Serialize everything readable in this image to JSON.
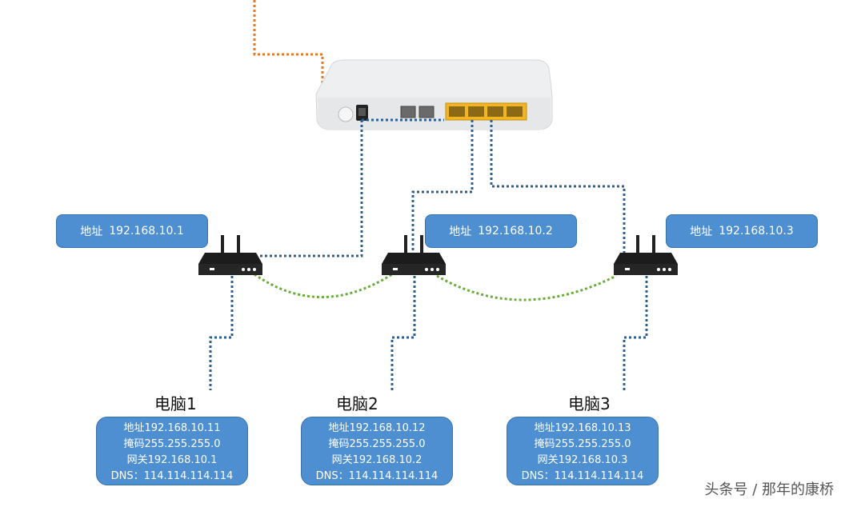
{
  "routers": [
    {
      "label": "地址",
      "ip": "192.168.10.1"
    },
    {
      "label": "地址",
      "ip": "192.168.10.2"
    },
    {
      "label": "地址",
      "ip": "192.168.10.3"
    }
  ],
  "computers": [
    {
      "title": "电脑1",
      "addr": "地址192.168.10.11",
      "mask": "掩码255.255.255.0",
      "gateway": "网关192.168.10.1",
      "dns": "DNS：114.114.114.114"
    },
    {
      "title": "电脑2",
      "addr": "地址192.168.10.12",
      "mask": "掩码255.255.255.0",
      "gateway": "网关192.168.10.2",
      "dns": "DNS：114.114.114.114"
    },
    {
      "title": "电脑3",
      "addr": "地址192.168.10.13",
      "mask": "掩码255.255.255.0",
      "gateway": "网关192.168.10.3",
      "dns": "DNS：114.114.114.114"
    }
  ],
  "watermark": "头条号 / 那年的康桥",
  "colors": {
    "box_fill": "#4d8fd1",
    "wan_line": "#e07b2b",
    "lan_line": "#2f5f8f",
    "mesh_line": "#6aac3a",
    "port_yellow": "#f2b520"
  },
  "icons": [
    "modem-icon",
    "router-icon"
  ]
}
